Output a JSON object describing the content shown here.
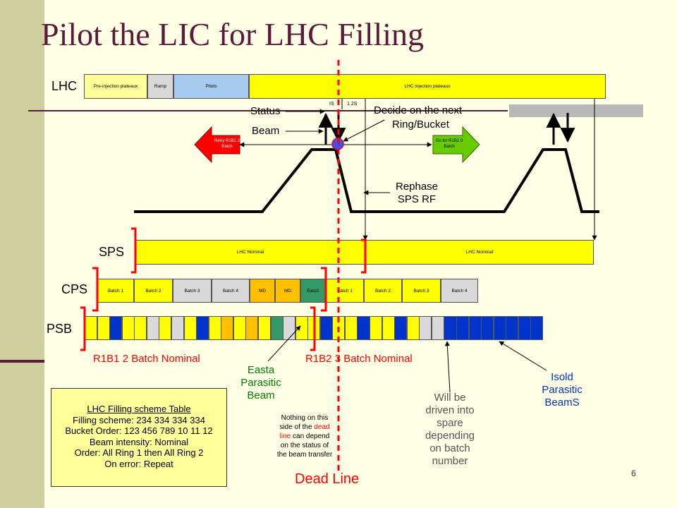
{
  "title": "Pilot the LIC for LHC Filling",
  "page_number": "6",
  "rows": {
    "lhc": "LHC",
    "sps": "SPS",
    "cps": "CPS",
    "psb": "PSB"
  },
  "lhc_boxes": [
    "Pre-injection plateaux",
    "Ramp",
    "Pilots",
    "LHC injection plateaux"
  ],
  "lhc_markers": {
    "t1": "IS",
    "t2": "1.2S"
  },
  "sps_boxes": [
    "LHC Nominal",
    "LHC Nominal"
  ],
  "cps_boxes": [
    "Batch 1",
    "Batch 2",
    "Batch 3",
    "Batch 4",
    "MD",
    "MD",
    "EastA",
    "Batch 1",
    "Batch 2",
    "Batch 3",
    "Batch 4"
  ],
  "labels": {
    "status": "Status",
    "beam": "Beam",
    "decide": "Decide on the next",
    "ring_bucket": "Ring/Bucket",
    "retry": "Retry R1B1 2 Batch",
    "goto": "Go for R1B2 3 Batch",
    "rephase_1": "Rephase",
    "rephase_2": "SPS RF",
    "r1b1": "R1B1 2 Batch Nominal",
    "r1b2": "R1B2 3 Batch Nominal",
    "easta_1": "Easta",
    "easta_2": "Parasitic",
    "easta_3": "Beam",
    "nothing_1": "Nothing on this",
    "nothing_2a": "side of the ",
    "nothing_2b": "dead",
    "nothing_3a": "line",
    "nothing_3b": " can depend",
    "nothing_4": "on the status of",
    "nothing_5": "the beam transfer",
    "spare_1": "Will be",
    "spare_2": "driven into",
    "spare_3": "spare",
    "spare_4": "depending",
    "spare_5": "on batch",
    "spare_6": "number",
    "isold_1": "Isold",
    "isold_2": "Parasitic",
    "isold_3": "BeamS",
    "deadline": "Dead Line"
  },
  "table": {
    "heading": "LHC Filling scheme Table",
    "line1": "Filling scheme: 234 334 334 334",
    "line2": "Bucket Order: 123 456 789 10 11 12",
    "line3": "Beam intensity: Nominal",
    "line4": "Order: All Ring 1 then All Ring 2",
    "line5": "On error: Repeat"
  },
  "colors": {
    "title": "#5A1A3C",
    "red": "#FF0000",
    "blue_label": "#0033CC",
    "green_label": "#008000",
    "yellow": "#FFFF00",
    "blue_cell": "#0033CC"
  },
  "psb_cells": [
    "y",
    "y",
    "b",
    "y",
    "y",
    "g",
    "y",
    "g",
    "y",
    "b",
    "y",
    "o",
    "y",
    "o",
    "y",
    "t",
    "g",
    "y",
    "y",
    "b",
    "y",
    "y",
    "b",
    "y",
    "y",
    "b",
    "y",
    "g",
    "g",
    "b",
    "b",
    "b",
    "b",
    "b",
    "b",
    "b",
    "b"
  ]
}
